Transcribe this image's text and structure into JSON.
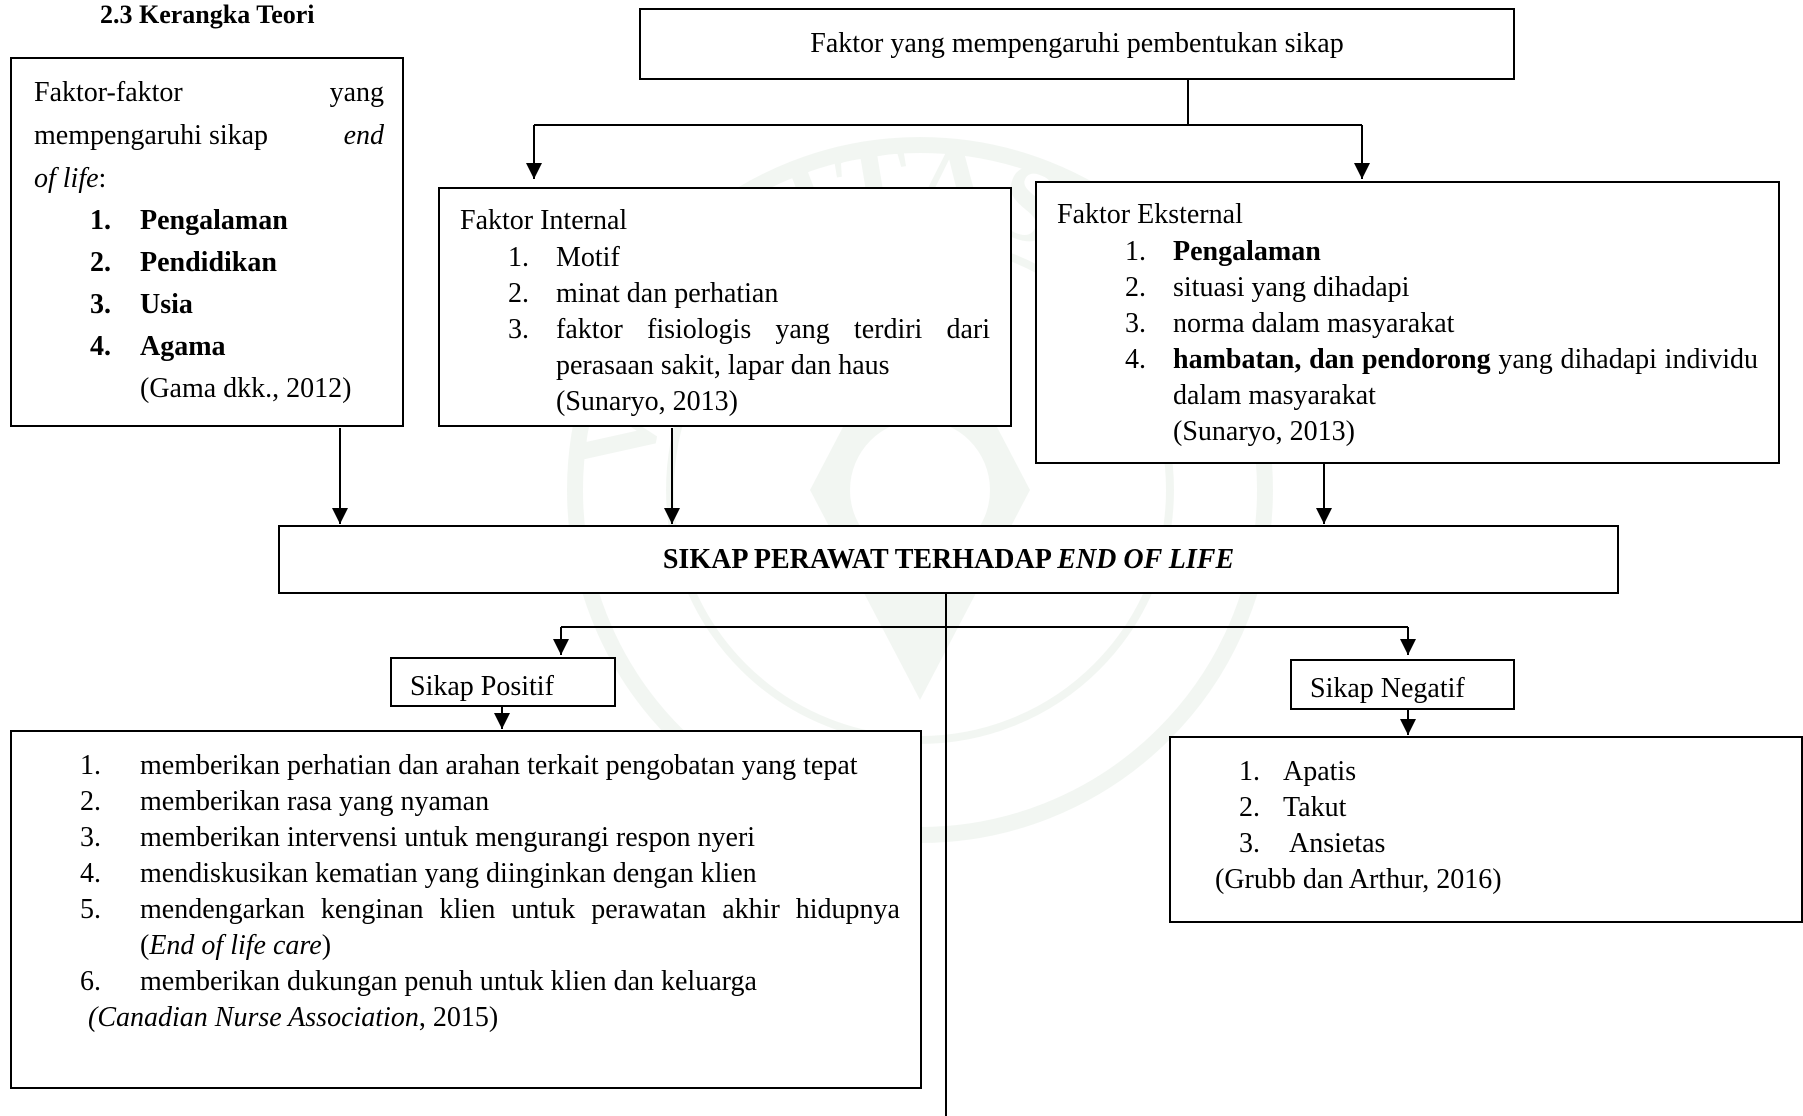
{
  "section_heading": "2.3 Kerangka Teori",
  "top_box": {
    "text": "Faktor yang mempengaruhi pembentukan sikap"
  },
  "left_box": {
    "intro_1": "Faktor-faktor",
    "intro_2": "yang",
    "intro_3": "mempengaruhi sikap",
    "intro_italic": "end of life",
    "intro_colon": ":",
    "items": [
      {
        "num": "1.",
        "text": "Pengalaman"
      },
      {
        "num": "2.",
        "text": "Pendidikan"
      },
      {
        "num": "3.",
        "text": "Usia"
      },
      {
        "num": "4.",
        "text": "Agama"
      }
    ],
    "citation": "(Gama dkk., 2012)"
  },
  "internal_box": {
    "title": "Faktor Internal",
    "items": [
      {
        "num": "1.",
        "text": "Motif"
      },
      {
        "num": "2.",
        "text": "minat dan perhatian"
      },
      {
        "num": "3.",
        "text": "faktor fisiologis yang terdiri dari perasaan sakit, lapar dan haus"
      }
    ],
    "citation": "(Sunaryo, 2013)"
  },
  "external_box": {
    "title": "Faktor Eksternal",
    "items": [
      {
        "num": "1.",
        "bold": "Pengalaman",
        "text": ""
      },
      {
        "num": "2.",
        "bold": "",
        "text": "situasi yang dihadapi"
      },
      {
        "num": "3.",
        "bold": "",
        "text": "norma dalam masyarakat"
      },
      {
        "num": "4.",
        "bold": "hambatan, dan pendorong",
        "text": "yang dihadapi individu dalam masyarakat"
      }
    ],
    "citation": "(Sunaryo, 2013)"
  },
  "center_box": {
    "text_plain": "SIKAP PERAWAT TERHADAP ",
    "text_italic": "END OF LIFE"
  },
  "positive_label": "Sikap Positif",
  "negative_label": "Sikap Negatif",
  "positive_box": {
    "items": [
      {
        "num": "1.",
        "text": "memberikan perhatian dan arahan terkait pengobatan yang tepat"
      },
      {
        "num": "2.",
        "text": "memberikan rasa yang nyaman"
      },
      {
        "num": "3.",
        "text": "memberikan intervensi untuk mengurangi respon nyeri"
      },
      {
        "num": "4.",
        "text": "mendiskusikan kematian yang diinginkan dengan klien"
      },
      {
        "num": "5.",
        "text": "mendengarkan kenginan klien untuk perawatan akhir hidupnya (",
        "italic": "End of life care",
        "after": ")"
      },
      {
        "num": "6.",
        "text": "memberikan dukungan penuh untuk klien dan keluarga"
      }
    ],
    "citation_italic": "(Canadian Nurse Association",
    "citation_rest": ", 2015)"
  },
  "negative_box": {
    "items": [
      {
        "num": "1.",
        "text": "Apatis"
      },
      {
        "num": "2.",
        "text": "Takut"
      },
      {
        "num": "3.",
        "text": "Ansietas"
      }
    ],
    "citation": "(Grubb dan Arthur, 2016)"
  },
  "watermark_text": "UNIVERSITAS JEMBER"
}
